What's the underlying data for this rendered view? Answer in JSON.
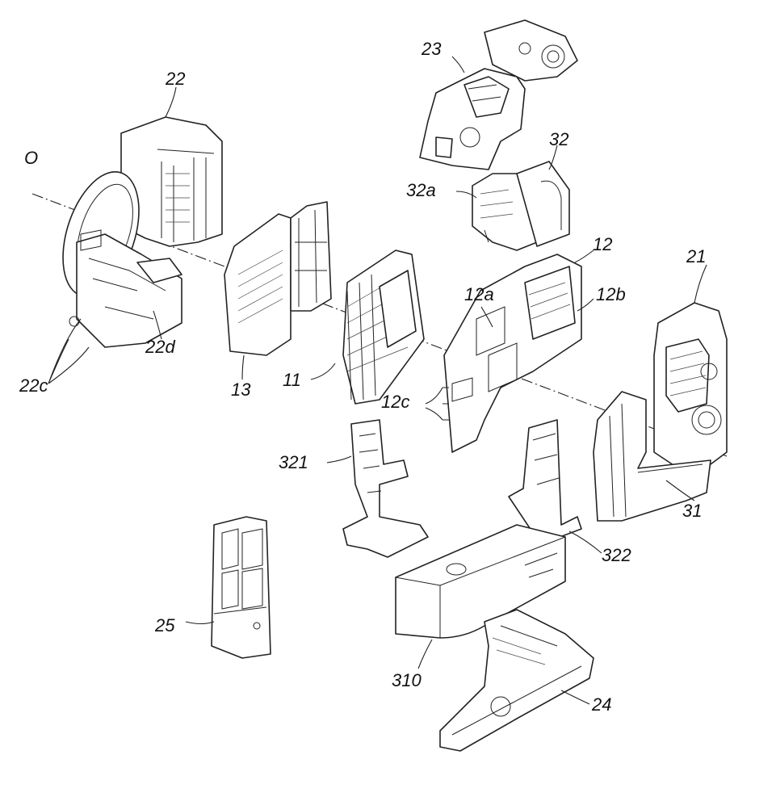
{
  "labels": {
    "axis_o": "O",
    "r22": "22",
    "r22c": "22c",
    "r22d": "22d",
    "r13": "13",
    "r11": "11",
    "r23": "23",
    "r32": "32",
    "r32a": "32a",
    "r12": "12",
    "r12a": "12a",
    "r12b": "12b",
    "r12c": "12c",
    "r21": "21",
    "r31": "31",
    "r321": "321",
    "r322": "322",
    "r25": "25",
    "r310": "310",
    "r24": "24"
  }
}
